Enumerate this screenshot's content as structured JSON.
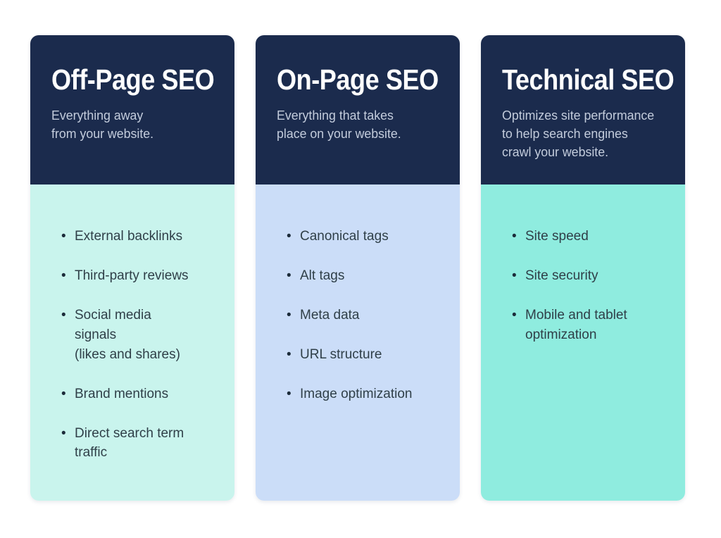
{
  "colors": {
    "page_bg": "#ffffff",
    "header_bg": "#1b2b4d",
    "title_text": "#ffffff",
    "subtitle_text": "#c3ccdc",
    "body_text": "#2f3f48",
    "card_bodies": [
      "#c9f4ed",
      "#cbddf8",
      "#8fecdf"
    ]
  },
  "cards": [
    {
      "title": "Off-Page SEO",
      "description": "Everything away\nfrom your website.",
      "items": [
        "External backlinks",
        "Third-party reviews",
        "Social media\nsignals\n(likes and shares)",
        "Brand mentions",
        "Direct search term\ntraffic"
      ]
    },
    {
      "title": "On-Page SEO",
      "description": "Everything that takes\nplace on your website.",
      "items": [
        "Canonical tags",
        "Alt tags",
        "Meta data",
        "URL structure",
        "Image optimization"
      ]
    },
    {
      "title": "Technical SEO",
      "description": "Optimizes site performance\nto help search engines\ncrawl your website.",
      "items": [
        "Site speed",
        "Site security",
        "Mobile and tablet\noptimization"
      ]
    }
  ]
}
